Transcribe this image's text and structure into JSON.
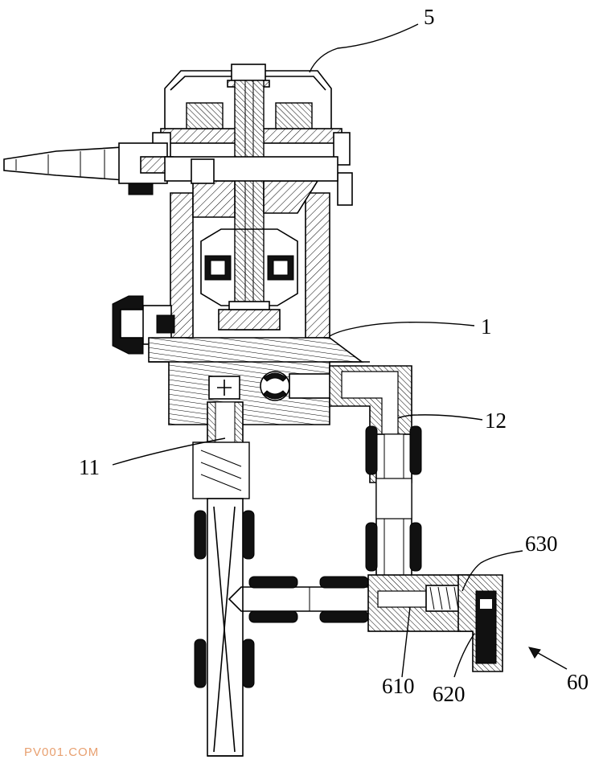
{
  "labels": {
    "l5": "5",
    "l1": "1",
    "l12": "12",
    "l11": "11",
    "l630": "630",
    "l610": "610",
    "l620": "620",
    "l60": "60"
  },
  "watermark": "PV001.COM"
}
